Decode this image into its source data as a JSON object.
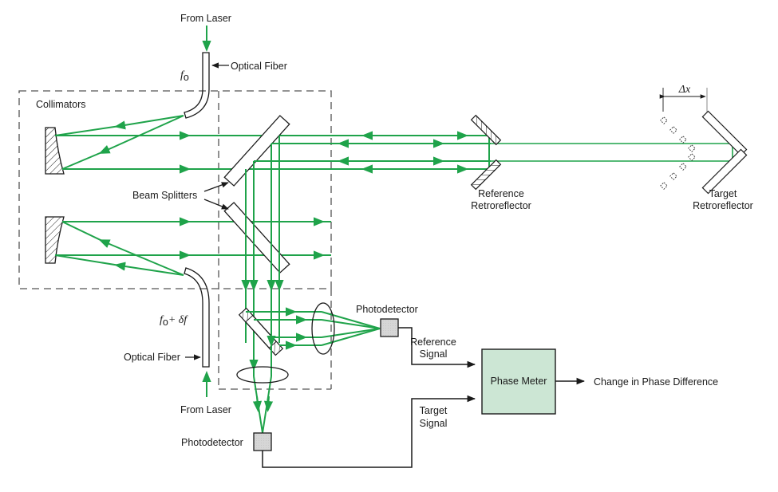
{
  "diagram": {
    "type": "heterodyne laser interferometer schematic",
    "colors": {
      "beam": "#1fa34a",
      "phase_meter_fill": "#cce6d4",
      "photodetector_fill": "#d9d9d9",
      "outline": "#1a1a1a"
    },
    "labels": {
      "from_laser_top": "From Laser",
      "optical_fiber_top": "Optical Fiber",
      "freq_top": "f",
      "freq_top_sub": "o",
      "collimators": "Collimators",
      "beam_splitters": "Beam Splitters",
      "reference_retro_line1": "Reference",
      "reference_retro_line2": "Retroreflector",
      "target_retro_line1": "Target",
      "target_retro_line2": "Retroreflector",
      "delta_x": "Δx",
      "freq_bottom": "f",
      "freq_bottom_sub": "o",
      "freq_bottom_suffix": "+ δf",
      "optical_fiber_bottom": "Optical Fiber",
      "from_laser_bottom": "From Laser",
      "photodetector_ref": "Photodetector",
      "photodetector_target": "Photodetector",
      "reference_signal_line1": "Reference",
      "reference_signal_line2": "Signal",
      "target_signal_line1": "Target",
      "target_signal_line2": "Signal",
      "phase_meter": "Phase Meter",
      "output": "Change in Phase Difference"
    }
  }
}
